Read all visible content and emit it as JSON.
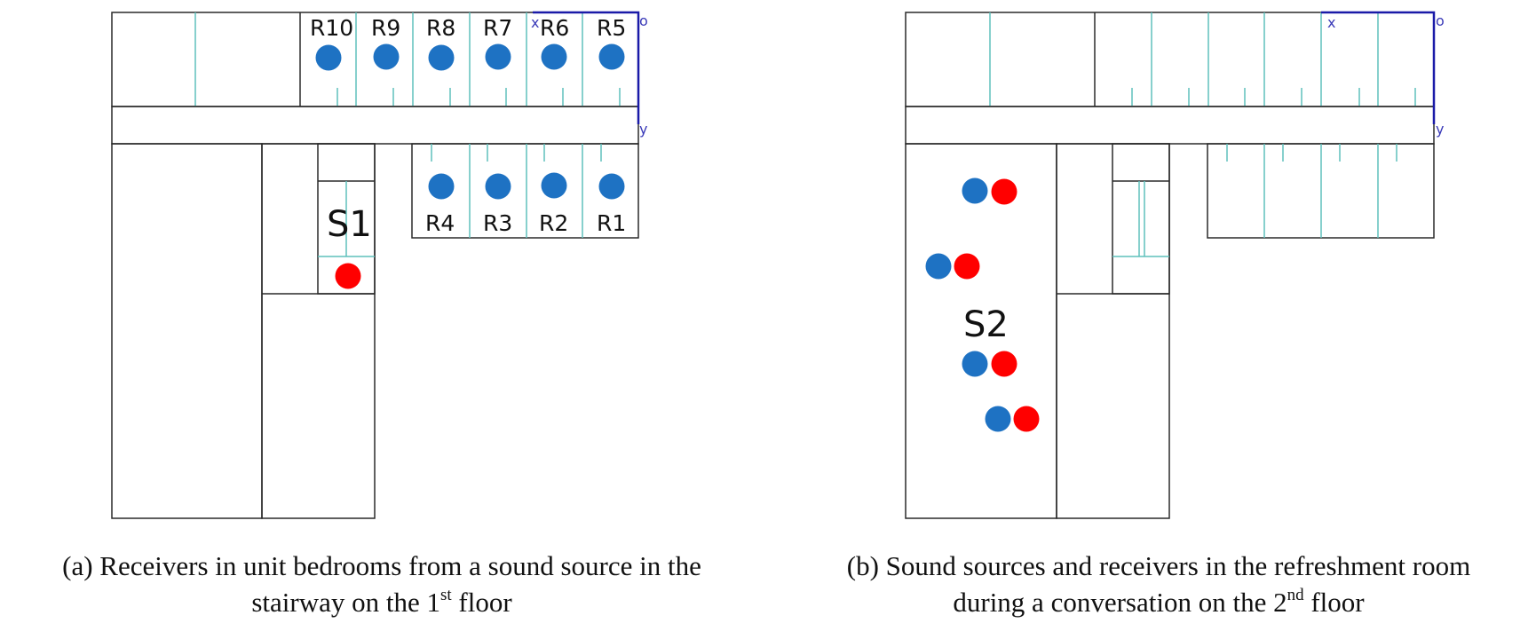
{
  "colors": {
    "receiver": "#1e72c3",
    "source": "#ff0000",
    "wall": "#2a2a2a",
    "partition": "#5fc0bc",
    "axis": "#1a1aa8"
  },
  "axis": {
    "origin": "o",
    "x": "x",
    "y": "y"
  },
  "panel_a": {
    "receivers_top": [
      "R10",
      "R9",
      "R8",
      "R7",
      "R6",
      "R5"
    ],
    "receivers_bottom": [
      "R4",
      "R3",
      "R2",
      "R1"
    ],
    "source": "S1",
    "caption": {
      "line1": "(a) Receivers in unit bedrooms from a sound source in the",
      "line2_pre": "stairway on the 1",
      "sup": "st",
      "line2_post": " floor"
    }
  },
  "panel_b": {
    "source": "S2",
    "caption": {
      "line1": "(b) Sound sources and receivers in the refreshment room",
      "line2_pre": "during a conversation on the 2",
      "sup": "nd",
      "line2_post": " floor"
    }
  }
}
